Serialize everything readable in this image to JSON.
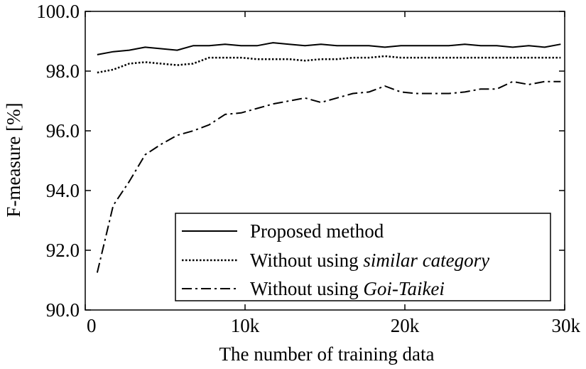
{
  "chart_data": {
    "type": "line",
    "xlabel": "The number of training data",
    "ylabel": "F-measure [%]",
    "xlim": [
      0,
      30000
    ],
    "ylim": [
      90.0,
      100.0
    ],
    "x_ticks": [
      0,
      10000,
      20000,
      30000
    ],
    "x_tick_labels": [
      "0",
      "10k",
      "20k",
      "30k"
    ],
    "y_ticks": [
      90,
      92,
      94,
      96,
      98,
      100
    ],
    "y_tick_labels": [
      "90.0",
      "92.0",
      "94.0",
      "96.0",
      "98.0",
      "100.0"
    ],
    "grid": false,
    "legend_position": "bottom-right",
    "x": [
      750,
      1750,
      2750,
      3750,
      4750,
      5750,
      6750,
      7750,
      8750,
      9750,
      10750,
      11750,
      12750,
      13750,
      14750,
      15750,
      16750,
      17750,
      18750,
      19750,
      20750,
      21750,
      22750,
      23750,
      24750,
      25750,
      26750,
      27750,
      28750,
      29750
    ],
    "series": [
      {
        "name": "Proposed method",
        "legend_prefix": "Proposed method",
        "legend_italic": "",
        "dash": "solid",
        "values": [
          98.55,
          98.65,
          98.7,
          98.8,
          98.75,
          98.7,
          98.85,
          98.85,
          98.9,
          98.85,
          98.85,
          98.95,
          98.9,
          98.85,
          98.9,
          98.85,
          98.85,
          98.85,
          98.8,
          98.85,
          98.85,
          98.85,
          98.85,
          98.9,
          98.85,
          98.85,
          98.8,
          98.85,
          98.8,
          98.9
        ]
      },
      {
        "name": "Without using similar category",
        "legend_prefix": "Without using ",
        "legend_italic": "similar category",
        "dash": "dotted",
        "values": [
          97.95,
          98.05,
          98.25,
          98.3,
          98.25,
          98.2,
          98.25,
          98.45,
          98.45,
          98.45,
          98.4,
          98.4,
          98.4,
          98.35,
          98.4,
          98.4,
          98.45,
          98.45,
          98.5,
          98.45,
          98.45,
          98.45,
          98.45,
          98.45,
          98.45,
          98.45,
          98.45,
          98.45,
          98.45,
          98.45
        ]
      },
      {
        "name": "Without using Goi-Taikei",
        "legend_prefix": "Without using ",
        "legend_italic": "Goi-Taikei",
        "dash": "dashdot",
        "values": [
          91.25,
          93.5,
          94.3,
          95.2,
          95.55,
          95.85,
          96.0,
          96.2,
          96.55,
          96.6,
          96.75,
          96.9,
          97.0,
          97.1,
          96.95,
          97.1,
          97.25,
          97.3,
          97.5,
          97.3,
          97.25,
          97.25,
          97.25,
          97.3,
          97.4,
          97.4,
          97.65,
          97.55,
          97.65,
          97.65
        ]
      }
    ]
  }
}
